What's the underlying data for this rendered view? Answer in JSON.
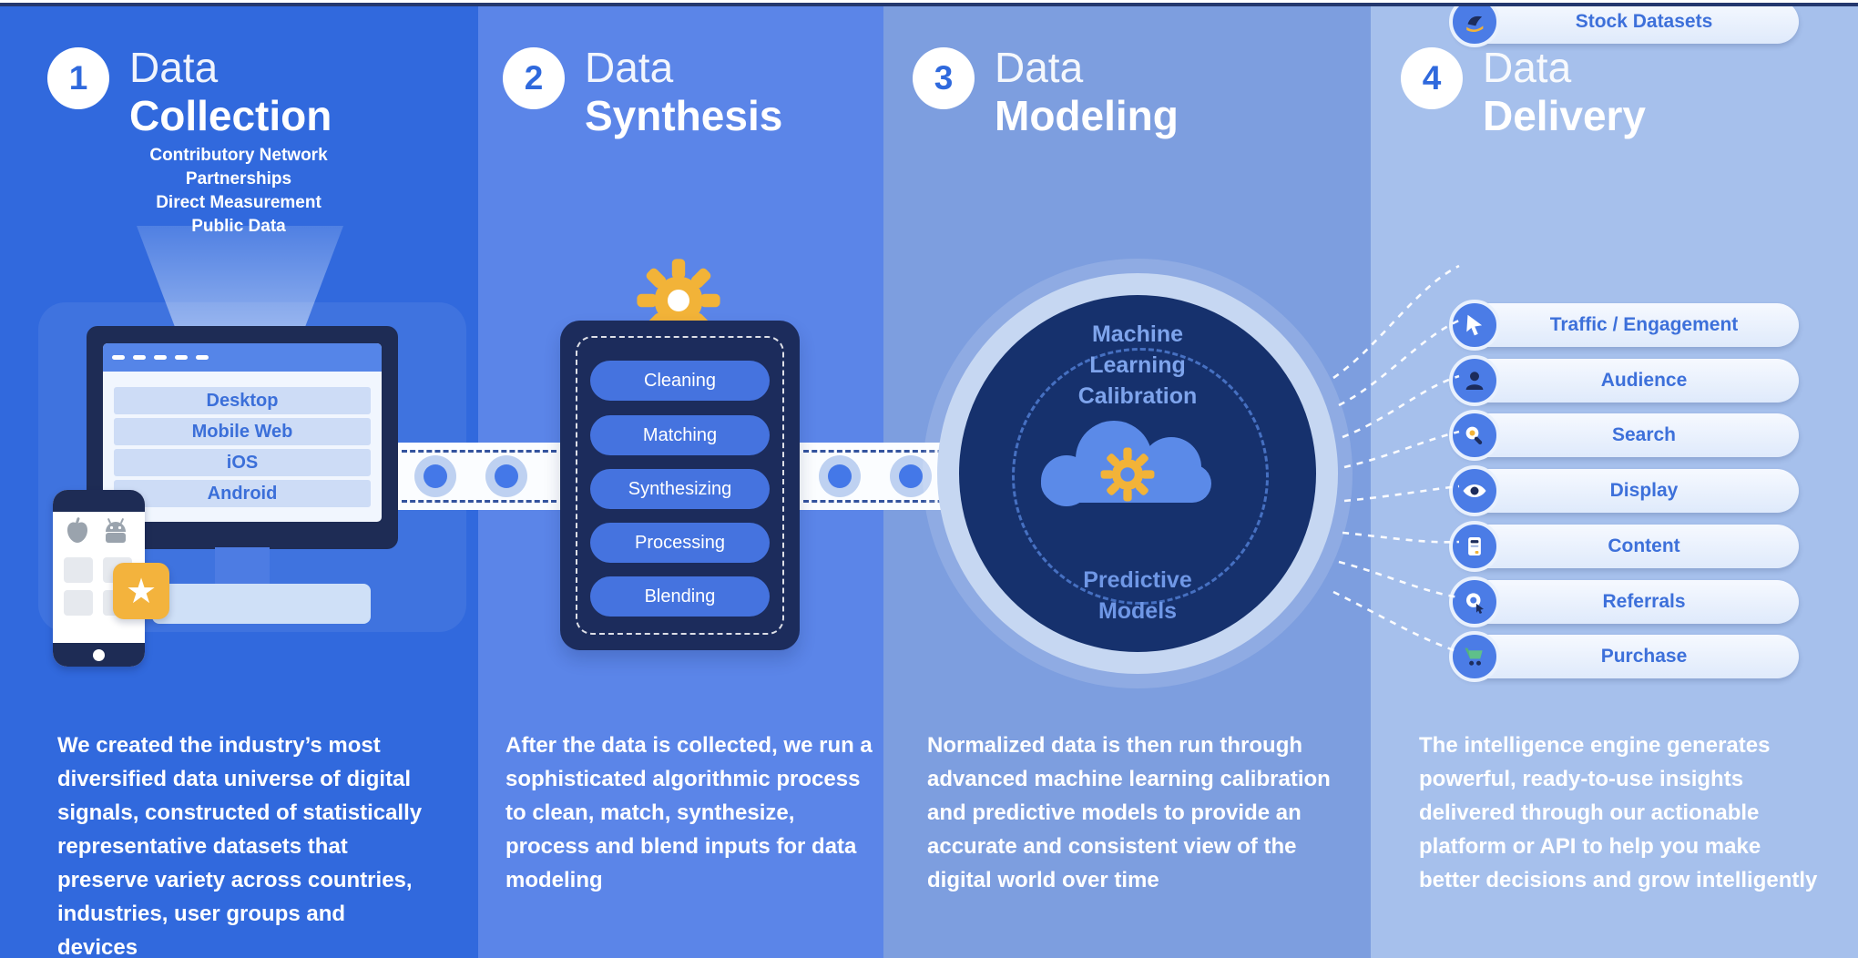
{
  "steps": [
    {
      "number": "1",
      "title_line1": "Data",
      "title_line2": "Collection",
      "description": "We created the industry’s most diversified data universe of digital signals, constructed of statistically representative datasets that preserve variety across countries, industries, user groups and devices"
    },
    {
      "number": "2",
      "title_line1": "Data",
      "title_line2": "Synthesis",
      "description": "After the data is collected, we run a sophisticated algorithmic process to clean, match, synthesize, process and blend inputs for data modeling"
    },
    {
      "number": "3",
      "title_line1": "Data",
      "title_line2": "Modeling",
      "description": "Normalized data is then run through advanced machine learning calibration and predictive models to provide an accurate and consistent view of the digital world over time"
    },
    {
      "number": "4",
      "title_line1": "Data",
      "title_line2": "Delivery",
      "description": "The intelligence engine generates powerful, ready-to-use insights delivered through our actionable platform or API to help you make better decisions and grow intelligently"
    }
  ],
  "collection": {
    "sources": [
      "Contributory Network",
      "Partnerships",
      "Direct Measurement",
      "Public Data"
    ],
    "platforms": [
      "Desktop",
      "Mobile Web",
      "iOS",
      "Android"
    ]
  },
  "synthesis": {
    "stages": [
      "Cleaning",
      "Matching",
      "Synthesizing",
      "Processing",
      "Blending"
    ]
  },
  "modeling": {
    "top_label": "Machine Learning Calibration",
    "bottom_label": "Predictive Models"
  },
  "delivery": {
    "channels": [
      {
        "label": "Traffic / Engagement",
        "icon": "cursor-icon"
      },
      {
        "label": "Audience",
        "icon": "audience-icon"
      },
      {
        "label": "Search",
        "icon": "search-icon"
      },
      {
        "label": "Display",
        "icon": "eye-icon"
      },
      {
        "label": "Content",
        "icon": "content-icon"
      },
      {
        "label": "Referrals",
        "icon": "referral-icon"
      },
      {
        "label": "Purchase",
        "icon": "cart-icon"
      },
      {
        "label": "Stock Datasets",
        "icon": "dataset-icon"
      }
    ]
  },
  "colors": {
    "step1_bg": "#3169dd",
    "step2_bg": "#5b85e8",
    "step3_bg": "#7d9edf",
    "step4_bg": "#a6c0ec",
    "navy": "#1c2c5c",
    "accent_blue": "#4573df",
    "yellow": "#f2b338",
    "light_pill": "#eef4fd"
  }
}
